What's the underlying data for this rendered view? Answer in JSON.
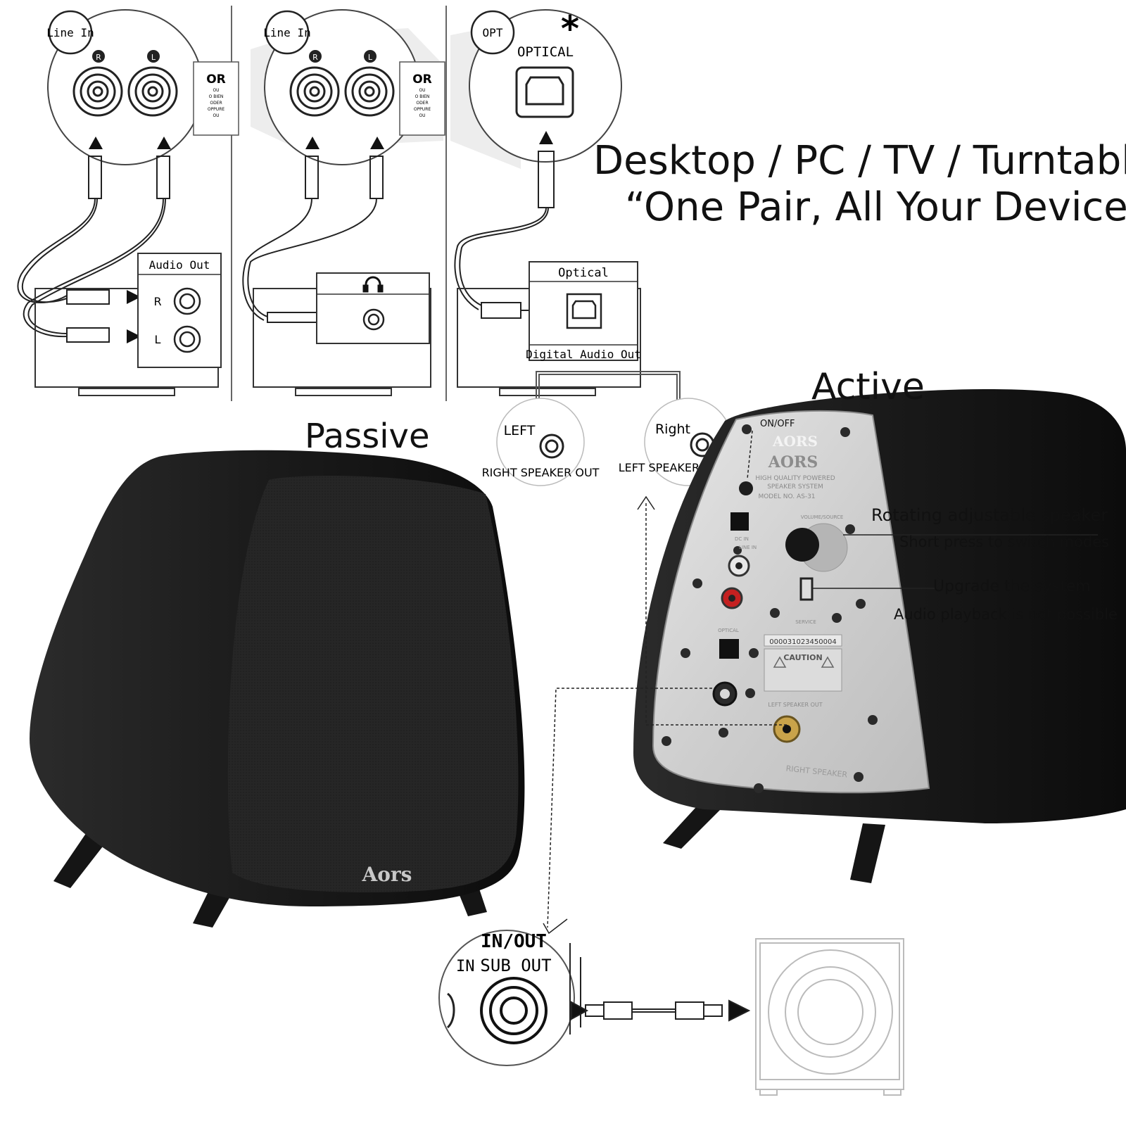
{
  "headline": {
    "line1": "Desktop / PC / TV / Turntable",
    "line2": "“One Pair, All Your Devices"
  },
  "labels": {
    "passive": "Passive",
    "active": "Active"
  },
  "features": {
    "rotating": "Rotating adjustable speaker",
    "short_press": "Short press to switch modes",
    "upgrade": "Upgrade the system",
    "audio_not_possible": "Audio playback is not possible"
  },
  "connections": {
    "panel1": {
      "badge": "Line In",
      "right_marker": "R",
      "left_marker": "L",
      "or_label": "OR",
      "or_sub": "OU\nO BIEN\nODER\nOPPURE\nOU",
      "source_title": "Audio Out",
      "source_r": "R",
      "source_l": "L"
    },
    "panel2": {
      "badge": "Line In",
      "right_marker": "R",
      "left_marker": "L",
      "or_label": "OR",
      "or_sub": "OU\nO BIEN\nODER\nOPPURE\nOU"
    },
    "panel3": {
      "badge": "OPT",
      "asterisk": "*",
      "port_label": "OPTICAL",
      "source_title": "Optical",
      "source_footer": "Digital Audio Out"
    },
    "speaker_out": {
      "left_title": "LEFT",
      "left_caption": "RIGHT SPEAKER OUT",
      "right_title": "Right",
      "right_caption": "LEFT SPEAKER OUT"
    },
    "sub": {
      "header": "IN/OUT",
      "side": "IN",
      "label": "SUB OUT"
    }
  },
  "back_panel": {
    "power": "ON/OFF",
    "brand": "AORS",
    "model_line1": "HIGH QUALITY POWERED",
    "model_line2": "SPEAKER SYSTEM",
    "model_line3": "MODEL NO. AS-31",
    "dc_in": "DC IN",
    "volume": "VOLUME/SOURCE",
    "line_in": "LINE IN",
    "service": "SERVICE",
    "optical": "OPTICAL",
    "serial": "000031023450004",
    "caution": "CAUTION",
    "left_speaker_out": "LEFT SPEAKER OUT",
    "right_speaker": "RIGHT SPEAKER"
  },
  "front_logo": "Aors",
  "colors": {
    "speaker_body": "#1e1e1e",
    "grille": "#2a2a2a",
    "panel": "#d6d6d6",
    "line": "#333333"
  }
}
